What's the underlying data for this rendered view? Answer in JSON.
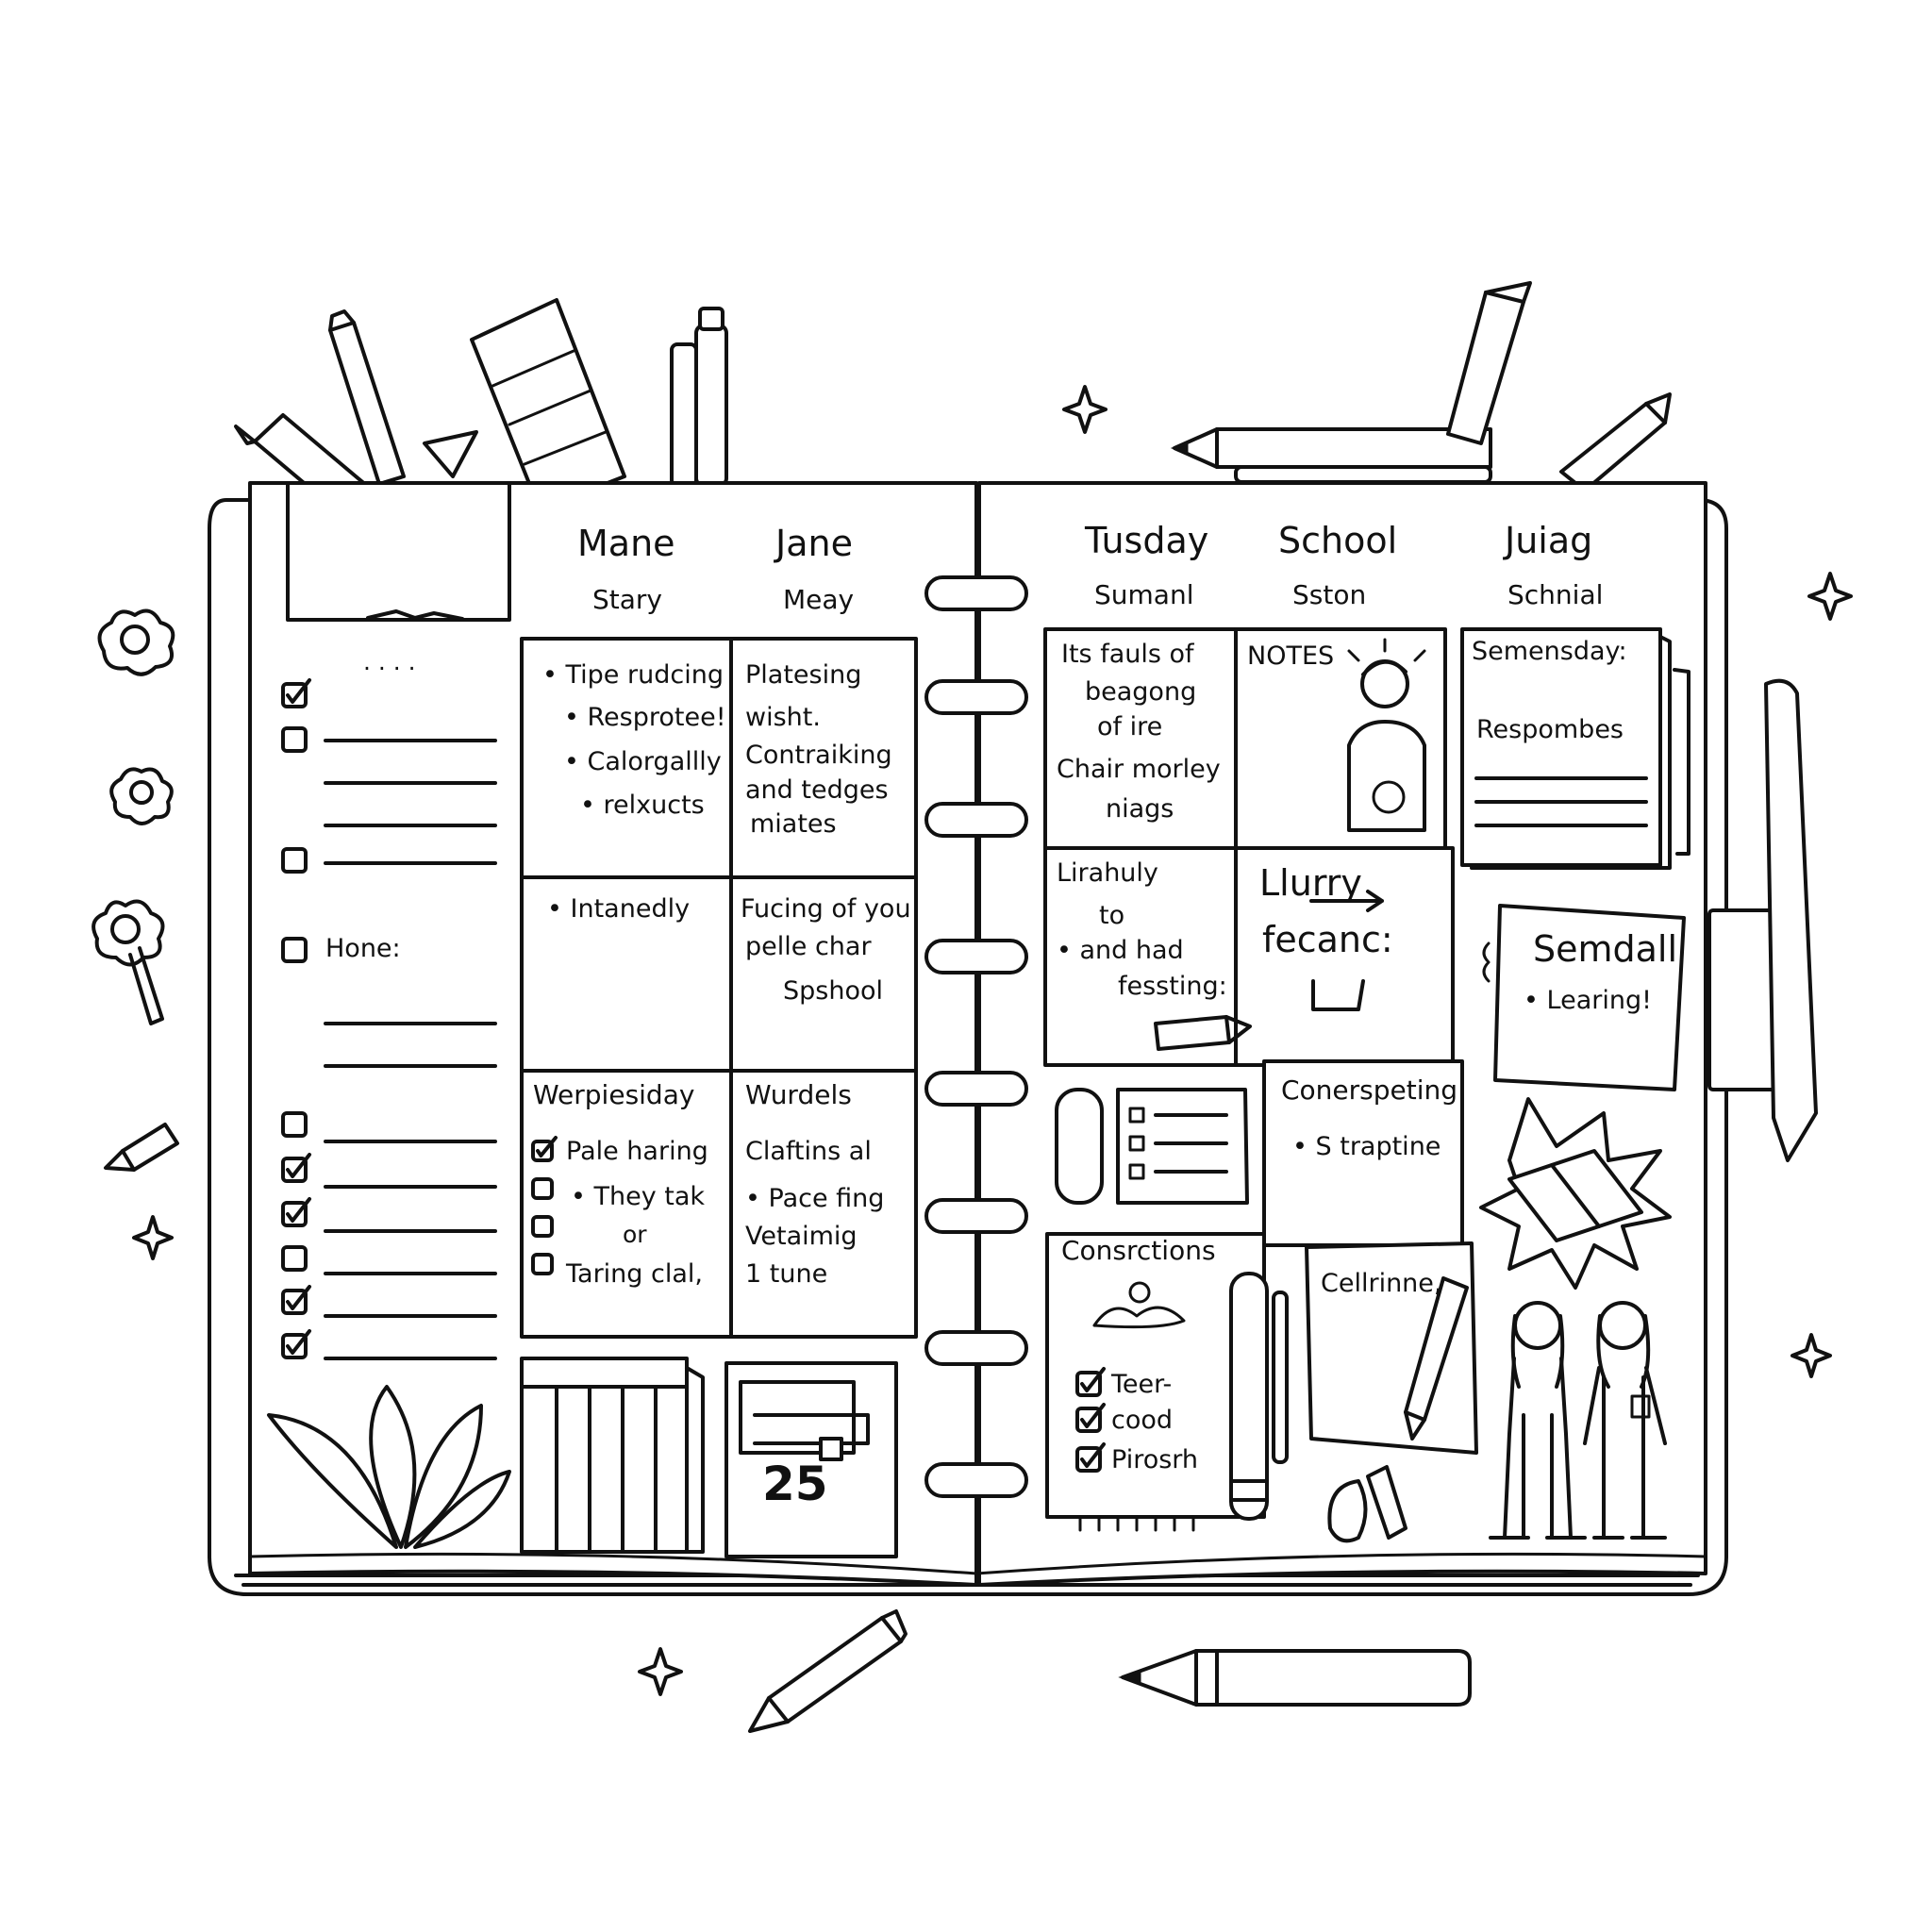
{
  "left_page": {
    "sidebar": {
      "dots": ". . . .",
      "home_label": "Hone:",
      "checklist_top": [
        {
          "checked": true
        },
        {
          "checked": false
        },
        {
          "checked": false
        },
        {
          "checked": false
        }
      ],
      "checklist_bottom": [
        {
          "checked": false
        },
        {
          "checked": true
        },
        {
          "checked": true
        },
        {
          "checked": false
        },
        {
          "checked": true
        },
        {
          "checked": true
        }
      ]
    },
    "columns": [
      {
        "title": "Mane",
        "subtitle": "Stary"
      },
      {
        "title": "Jane",
        "subtitle": "Meay"
      }
    ],
    "cells": {
      "r1c1": [
        "• Tipe rudcing",
        "• Resprotee!",
        "• Calorgallly",
        "• relxucts"
      ],
      "r1c2": [
        "Platesing",
        "wisht.",
        "Contraiking",
        "and tedges",
        "miates"
      ],
      "r2c1": [
        "• Intanedly"
      ],
      "r2c2": [
        "Fucing of you",
        "pelle char",
        "Spshool"
      ],
      "r3c1_title": "Werpiesiday",
      "r3c1_items": [
        {
          "text": "Pale haring",
          "checked": true
        },
        {
          "text": "• They tak",
          "checked": false
        },
        {
          "text": "or",
          "checked": false
        },
        {
          "text": "Taring clal,",
          "checked": false
        }
      ],
      "r3c2_title": "Wurdels",
      "r3c2_lines": [
        "Claftins al",
        "• Pace fing",
        "Vetaimig",
        "1 tune"
      ]
    },
    "calendar_number": "25"
  },
  "right_page": {
    "columns": [
      {
        "title": "Tusday",
        "subtitle": "Sumanl"
      },
      {
        "title": "School",
        "subtitle": "Sston"
      },
      {
        "title": "Juiag",
        "subtitle": "Schnial"
      }
    ],
    "cells": {
      "c1": [
        "Its fauls of",
        "beagong",
        "of ire",
        "Chair morley",
        "niags"
      ],
      "notes_title": "NOTES",
      "semensday_title": "Semensday:",
      "semensday_text": "Respombes",
      "c4": [
        "Lirahuly",
        "to",
        "• and had",
        "fessting:"
      ],
      "lurry_title": "Llurry",
      "lurry_text": "fecanc:",
      "semdall_title": "Semdall",
      "semdall_text": "• Learing!",
      "conerspeting_title": "Conerspeting",
      "conerspeting_text": "• S traptine",
      "consrctions_title": "Consrctions",
      "consrctions_items": [
        {
          "text": "Teer-",
          "checked": true
        },
        {
          "text": "cood",
          "checked": true
        },
        {
          "text": "Pirosrh",
          "checked": true
        }
      ],
      "cellrinne_title": "Cellrinne,"
    }
  }
}
